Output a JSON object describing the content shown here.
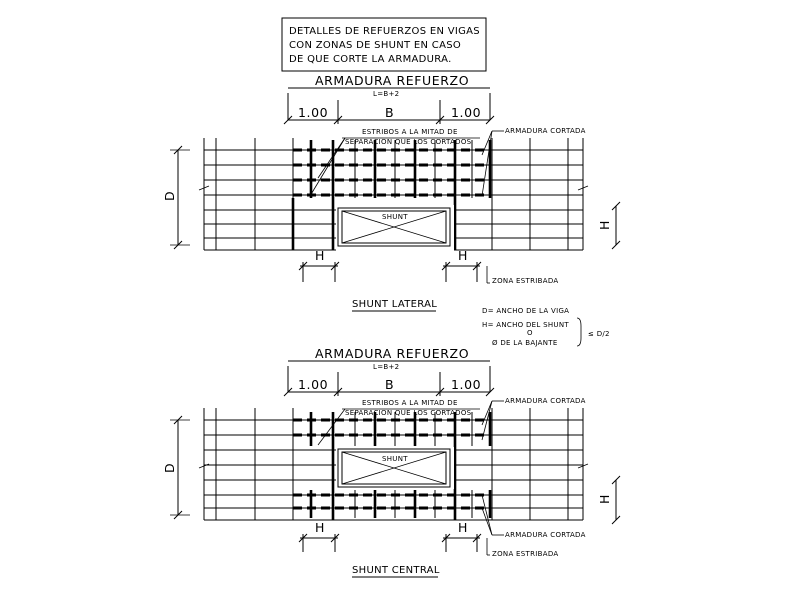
{
  "note": {
    "line1": "DETALLES DE REFUERZOS EN VIGAS",
    "line2": "CON ZONAS DE SHUNT EN CASO",
    "line3": "DE QUE CORTE LA ARMADURA."
  },
  "legend": {
    "d_def": "D= ANCHO DE LA VIGA",
    "h_def": "H= ANCHO DEL SHUNT",
    "h_or": "O",
    "h_def2": "Ø DE LA BAJANTE",
    "ratio": "≤ D/2"
  },
  "details": [
    {
      "id": "lateral",
      "title": "SHUNT LATERAL",
      "reinf_title": "ARMADURA REFUERZO",
      "length_formula": "L=B+2",
      "left_len": "1.00",
      "mid_len": "B",
      "right_len": "1.00",
      "stirrup_note1": "ESTRIBOS A LA MITAD DE",
      "stirrup_note2": "SEPARACION QUE LOS CORTADOS",
      "cut_top": "ARMADURA CORTADA",
      "cut_bottom": "",
      "zone": "ZONA ESTRIBADA",
      "shunt": "SHUNT",
      "d_label": "D",
      "h_side": "H",
      "h_left": "H",
      "h_right": "H"
    },
    {
      "id": "central",
      "title": "SHUNT CENTRAL",
      "reinf_title": "ARMADURA REFUERZO",
      "length_formula": "L=B+2",
      "left_len": "1.00",
      "mid_len": "B",
      "right_len": "1.00",
      "stirrup_note1": "ESTRIBOS A LA MITAD DE",
      "stirrup_note2": "SEPARACION QUE LOS CORTADOS",
      "cut_top": "ARMADURA CORTADA",
      "cut_bottom": "ARMADURA CORTADA",
      "zone": "ZONA ESTRIBADA",
      "shunt": "SHUNT",
      "d_label": "D",
      "h_side": "H",
      "h_left": "H",
      "h_right": "H"
    }
  ]
}
